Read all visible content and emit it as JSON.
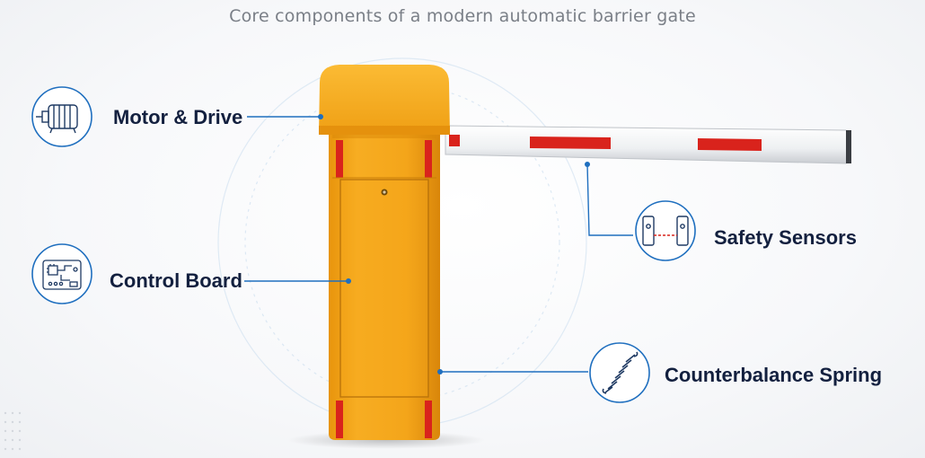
{
  "title": "Core components of a modern automatic barrier gate",
  "components": [
    {
      "label": "Motor & Drive",
      "icon": "motor-icon"
    },
    {
      "label": "Control Board",
      "icon": "circuit-board-icon"
    },
    {
      "label": "Safety Sensors",
      "icon": "sensor-pair-icon"
    },
    {
      "label": "Counterbalance Spring",
      "icon": "spring-icon"
    }
  ],
  "colors": {
    "cabinet": "#f2a212",
    "boom_stripe": "#d9231c",
    "accent": "#1f6fbf",
    "label_text": "#13203f"
  }
}
